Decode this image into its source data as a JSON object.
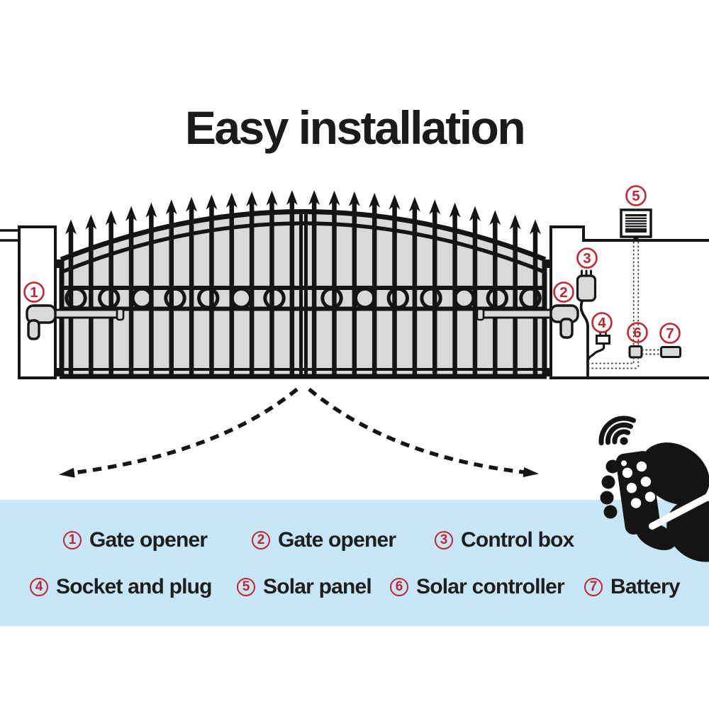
{
  "title": "Easy installation",
  "colors": {
    "accent_red": "#c32630",
    "legend_bg": "#c7e6f7",
    "gate_grey": "#d9d9d9",
    "ink": "#141414"
  },
  "diagram": {
    "callouts": [
      {
        "num": "1"
      },
      {
        "num": "2"
      },
      {
        "num": "3"
      },
      {
        "num": "4"
      },
      {
        "num": "5"
      },
      {
        "num": "6"
      },
      {
        "num": "7"
      }
    ]
  },
  "legend": {
    "items": [
      {
        "num": "1",
        "label": "Gate opener"
      },
      {
        "num": "2",
        "label": "Gate opener"
      },
      {
        "num": "3",
        "label": "Control box"
      },
      {
        "num": "4",
        "label": "Socket and plug"
      },
      {
        "num": "5",
        "label": "Solar panel"
      },
      {
        "num": "6",
        "label": "Solar controller"
      },
      {
        "num": "7",
        "label": "Battery"
      }
    ]
  }
}
